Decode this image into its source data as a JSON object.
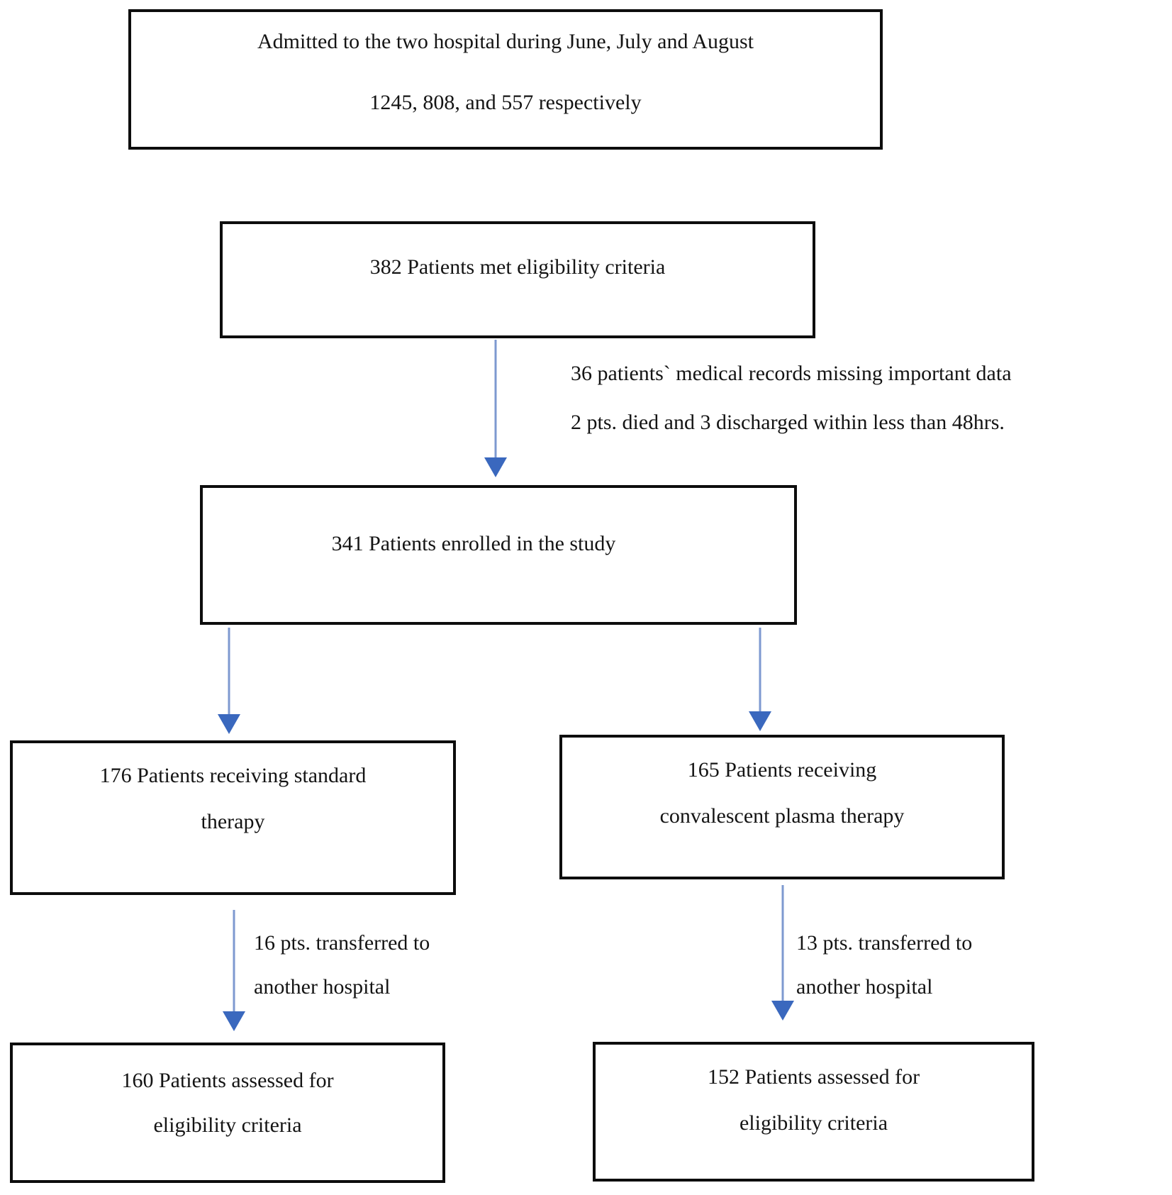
{
  "nodes": {
    "admitted": {
      "line1": "Admitted to the two hospital during June, July and August",
      "line2": "1245, 808, and 557 respectively"
    },
    "eligible": {
      "text": "382 Patients met eligibility criteria"
    },
    "enrolled": {
      "text": "341 Patients enrolled in the study"
    },
    "standard": {
      "line1": "176 Patients receiving standard",
      "line2": "therapy"
    },
    "plasma": {
      "line1": "165 Patients receiving",
      "line2": "convalescent plasma therapy"
    },
    "assessed_standard": {
      "line1": "160 Patients assessed for",
      "line2": "eligibility criteria"
    },
    "assessed_plasma": {
      "line1": "152 Patients assessed for",
      "line2": "eligibility criteria"
    }
  },
  "annotations": {
    "missing": {
      "line1": "36 patients` medical records missing important data",
      "line2": "2 pts. died and 3 discharged within less than 48hrs."
    },
    "transfer_left": {
      "line1": "16 pts. transferred to",
      "line2": "another hospital"
    },
    "transfer_right": {
      "line1": "13 pts. transferred to",
      "line2": "another hospital"
    }
  },
  "colors": {
    "background": "#FFFFFF",
    "box_border": "#0D0D0D",
    "text": "#141414",
    "arrow_line": "#7E99D0",
    "arrow_head": "#3A68BE"
  }
}
